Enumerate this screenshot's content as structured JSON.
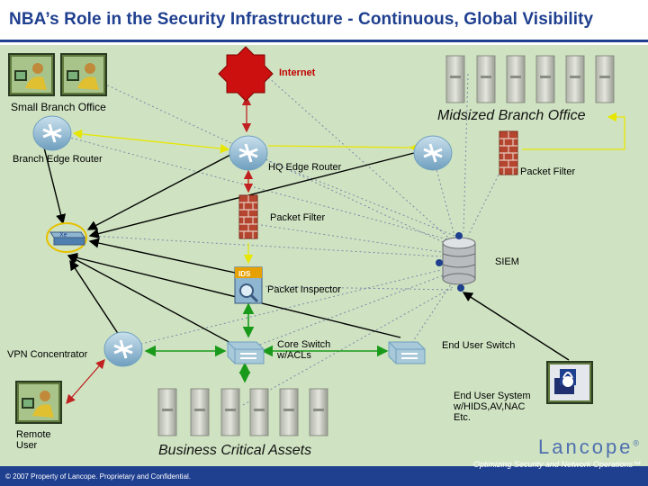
{
  "title": "NBA’s Role in the Security Infrastructure - Continuous, Global Visibility",
  "labels": {
    "internet": "Internet",
    "small_branch_office": "Small Branch Office",
    "branch_edge_router": "Branch Edge Router",
    "hq_edge_router": "HQ Edge Router",
    "midsized_branch_office": "Midsized Branch Office",
    "packet_filter_branch": "Packet Filter",
    "packet_filter_hq": "Packet Filter",
    "siem": "SIEM",
    "packet_inspector": "Packet Inspector",
    "vpn_concentrator": "VPN Concentrator",
    "core_switch": "Core Switch w/ACLs",
    "end_user_switch": "End User Switch",
    "end_user_system": "End User System w/HIDS,AV,NAC Etc.",
    "remote_user": "Remote User",
    "business_critical_assets": "Business Critical Assets",
    "ids_badge": "IDS",
    "xe_badge": "Xe"
  },
  "brand": {
    "name": "Lancope",
    "registered": "®",
    "tagline": "Optimizing Security and Network Operations™"
  },
  "footer": "© 2007 Property of Lancope. Proprietary and Confidential.",
  "colors": {
    "title": "#1f3f8f",
    "background": "#cfe3c2",
    "link_black": "#000000",
    "link_green": "#1a9a1a",
    "link_red": "#c02020",
    "link_yellow": "#e6e600",
    "link_dotted": "#7b8aa8",
    "router": "#9cc3d8",
    "firewall": "#b5452f",
    "internet_star": "#cc1010"
  },
  "icons": [
    "user-workstation-icon",
    "router-icon",
    "switch-icon",
    "firewall-icon",
    "server-icon",
    "siem-database-icon",
    "ids-sensor-icon",
    "nba-appliance-icon",
    "locked-workstation-icon",
    "internet-star-icon"
  ]
}
